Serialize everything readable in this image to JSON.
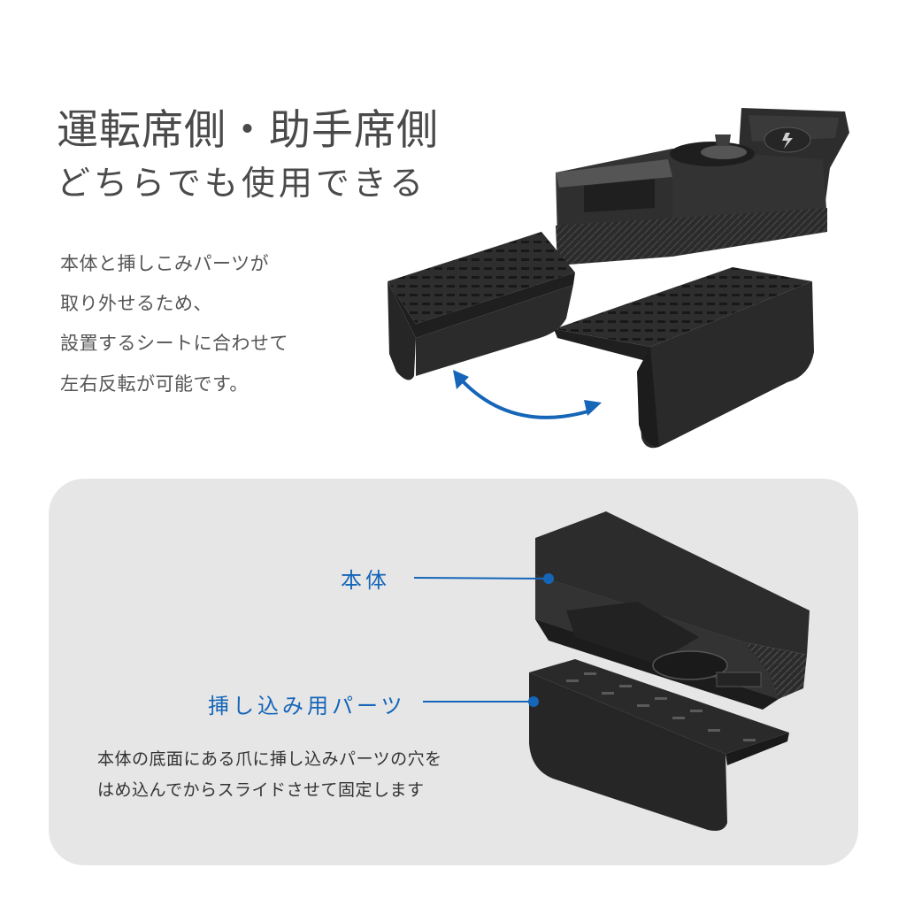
{
  "heading": {
    "line1": "運転席側・助手席側",
    "line2": "どちらでも使用できる"
  },
  "description": [
    "本体と挿しこみパーツが",
    "取り外せるため、",
    "設置するシートに合わせて",
    "左右反転が可能です。"
  ],
  "diagram": {
    "body_label": "本体",
    "insert_label": "挿し込み用パーツ",
    "note": [
      "本体の底面にある爪に挿し込みパーツの穴を",
      "はめ込んでからスライドさせて固定します"
    ]
  },
  "colors": {
    "accent_blue": "#1565b8",
    "panel_gray": "#e6e6e6",
    "product_black": "#2a2a2a"
  },
  "icons": {
    "arrow": "curved-double-arrow-icon",
    "charger": "wireless-charging-icon"
  }
}
